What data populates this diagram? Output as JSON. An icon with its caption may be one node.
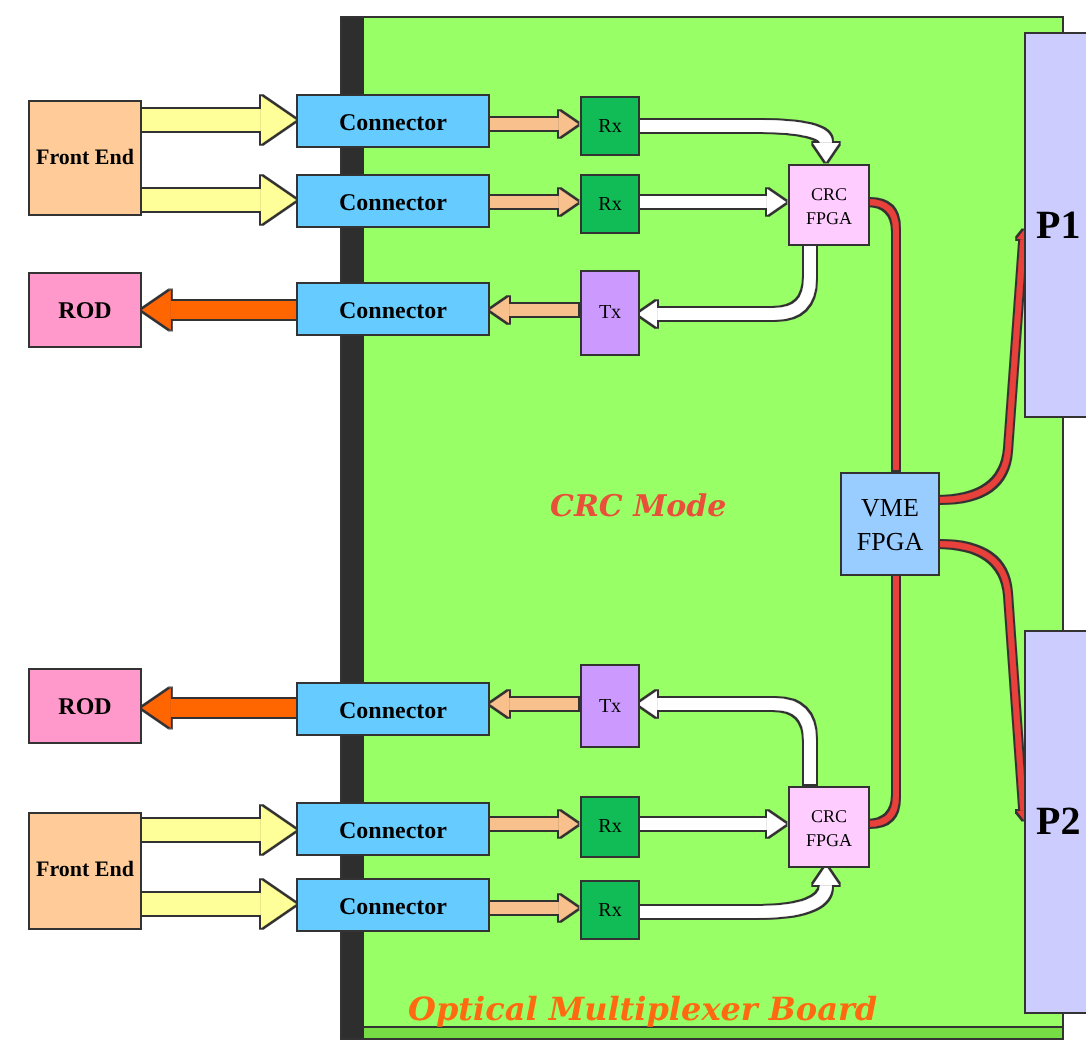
{
  "diagram": {
    "nodes": [
      {
        "text": [
          "CRC Mode",
          "Optical Multiplexer Board"
        ]
      },
      {
        "text": [
          "Front End"
        ]
      },
      {
        "text": [
          "ROD"
        ]
      },
      {
        "text": [
          "Connector"
        ]
      },
      {
        "text": [
          "Connector"
        ]
      },
      {
        "text": [
          "Connector"
        ]
      },
      {
        "text": [
          "Rx"
        ],
        "in": 0
      },
      {
        "text": [
          "Rx"
        ],
        "in": 0
      },
      {
        "text": [
          "Tx"
        ],
        "in": 0
      },
      {
        "text": [
          "CRC FPGA"
        ],
        "in": 0
      },
      {
        "text": [
          "P1"
        ]
      },
      {
        "text": [
          "VME FPGA"
        ],
        "in": 0
      },
      {
        "text": [
          "ROD"
        ]
      },
      {
        "text": [
          "Front End"
        ]
      },
      {
        "text": [
          "Connector"
        ]
      },
      {
        "text": [
          "Connector"
        ]
      },
      {
        "text": [
          "Connector"
        ]
      },
      {
        "text": [
          "Tx"
        ],
        "in": 0
      },
      {
        "text": [
          "Rx"
        ],
        "in": 0
      },
      {
        "text": [
          "Rx"
        ],
        "in": 0
      },
      {
        "text": [
          "CRC FPGA"
        ],
        "in": 0
      },
      {
        "text": [
          "P2"
        ]
      }
    ],
    "edges": [
      {
        "from": 1,
        "to": 3,
        "arrow": "to",
        "style": "thick",
        "color": "#ffff99"
      },
      {
        "from": 1,
        "to": 4,
        "arrow": "to",
        "style": "thick",
        "color": "#ffff99"
      },
      {
        "from": 5,
        "to": 2,
        "arrow": "to",
        "color": "#ff6600"
      },
      {
        "from": 3,
        "to": 6,
        "arrow": "to",
        "color": "#f8c08c"
      },
      {
        "from": 4,
        "to": 7,
        "arrow": "to",
        "color": "#f8c08c"
      },
      {
        "from": 8,
        "to": 5,
        "arrow": "to",
        "color": "#f8c08c"
      },
      {
        "from": 6,
        "to": 9,
        "arrow": "to",
        "color": "#ffffff"
      },
      {
        "from": 7,
        "to": 9,
        "arrow": "to",
        "color": "#ffffff"
      },
      {
        "from": 9,
        "to": 8,
        "arrow": "to",
        "color": "#ffffff"
      },
      {
        "from": 9,
        "to": 11,
        "arrow": "none",
        "color": "#e8403a"
      },
      {
        "from": 11,
        "to": 10,
        "arrow": "to",
        "color": "#e8403a"
      },
      {
        "from": 11,
        "to": 21,
        "arrow": "to",
        "color": "#e8403a"
      },
      {
        "from": 20,
        "to": 11,
        "arrow": "none",
        "color": "#e8403a"
      },
      {
        "from": 14,
        "to": 12,
        "arrow": "to",
        "color": "#ff6600"
      },
      {
        "from": 13,
        "to": 15,
        "arrow": "to",
        "style": "thick",
        "color": "#ffff99"
      },
      {
        "from": 13,
        "to": 16,
        "arrow": "to",
        "style": "thick",
        "color": "#ffff99"
      },
      {
        "from": 17,
        "to": 14,
        "arrow": "to",
        "color": "#f8c08c"
      },
      {
        "from": 15,
        "to": 18,
        "arrow": "to",
        "color": "#f8c08c"
      },
      {
        "from": 16,
        "to": 19,
        "arrow": "to",
        "color": "#f8c08c"
      },
      {
        "from": 20,
        "to": 17,
        "arrow": "to",
        "color": "#ffffff"
      },
      {
        "from": 18,
        "to": 20,
        "arrow": "to",
        "color": "#ffffff"
      },
      {
        "from": 19,
        "to": 20,
        "arrow": "to",
        "color": "#ffffff"
      }
    ]
  }
}
